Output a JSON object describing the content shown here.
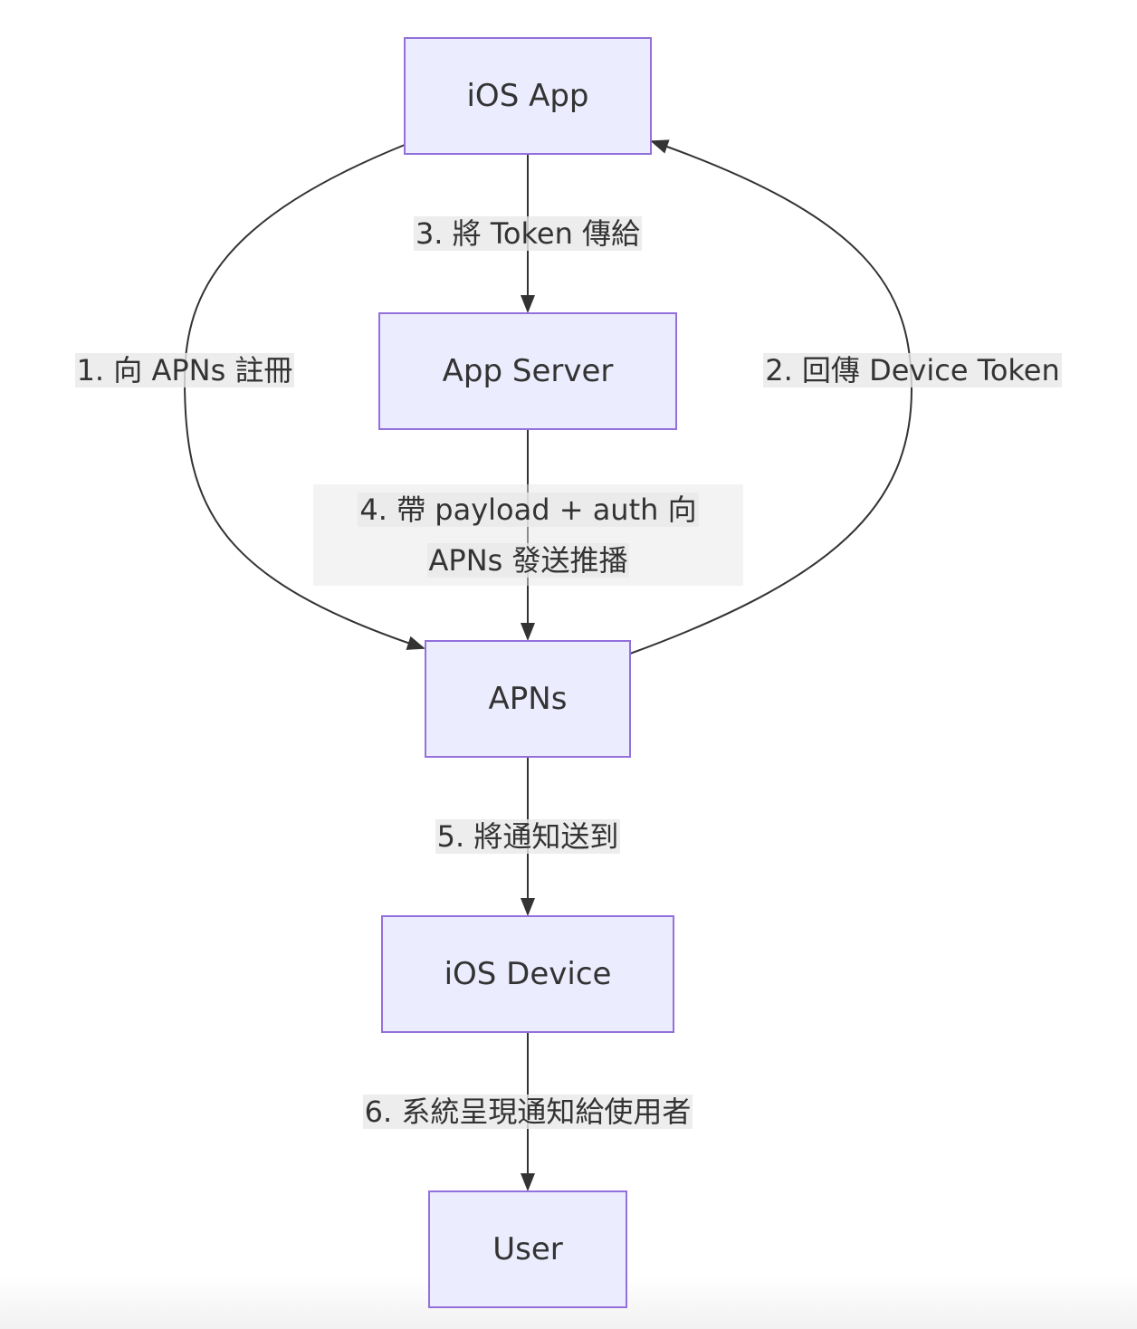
{
  "diagram": {
    "type": "flowchart",
    "colors": {
      "node_fill": "#ececff",
      "node_border": "#9370db",
      "edge": "#333333",
      "label_bg": "#e8e8e8"
    },
    "nodes": {
      "ios_app": "iOS App",
      "app_server": "App Server",
      "apns": "APNs",
      "ios_device": "iOS Device",
      "user": "User"
    },
    "edges": {
      "e1": {
        "from": "iOS App",
        "to": "APNs",
        "label": "1. 向 APNs 註冊"
      },
      "e2": {
        "from": "APNs",
        "to": "iOS App",
        "label": "2. 回傳 Device Token"
      },
      "e3": {
        "from": "iOS App",
        "to": "App Server",
        "label": "3. 將 Token 傳給"
      },
      "e4": {
        "from": "App Server",
        "to": "APNs",
        "label_line1": "4. 帶 payload + auth 向",
        "label_line2": "APNs 發送推播"
      },
      "e5": {
        "from": "APNs",
        "to": "iOS Device",
        "label": "5. 將通知送到"
      },
      "e6": {
        "from": "iOS Device",
        "to": "User",
        "label": "6. 系統呈現通知給使用者"
      }
    }
  }
}
